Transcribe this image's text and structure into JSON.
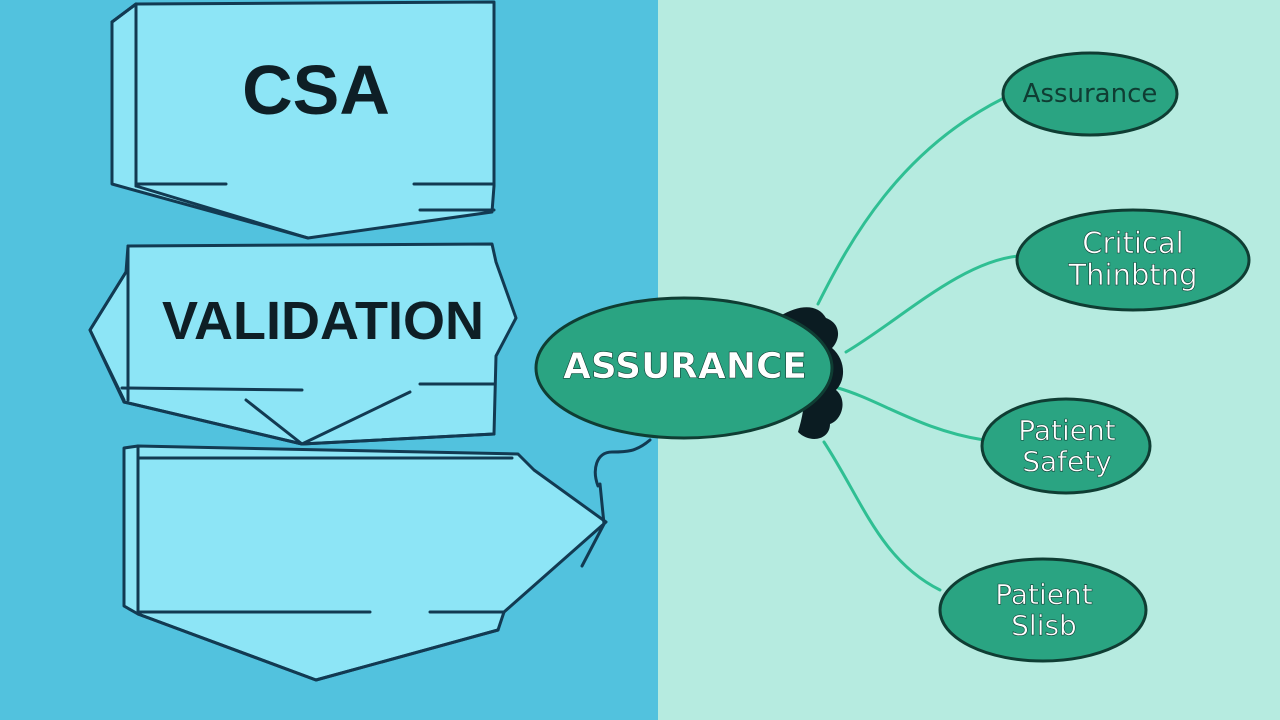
{
  "colors": {
    "left_background": "#52c2de",
    "right_background": "#b6ebe0",
    "shape_fill": "#8de5f6",
    "outline": "#123a52",
    "node_fill": "#2aa482",
    "node_outline": "#0f3d33",
    "connector": "#2fbf93"
  },
  "blocks": [
    {
      "id": "csa",
      "label": "CSA"
    },
    {
      "id": "validation",
      "label": "VALIDATION"
    },
    {
      "id": "empty",
      "label": ""
    }
  ],
  "central_node": {
    "label": "ASSURANCE"
  },
  "branch_nodes": [
    {
      "id": "assurance",
      "label": "Assurance"
    },
    {
      "id": "critical-thinking",
      "label": "Critical\nThinbtng"
    },
    {
      "id": "patient-safety",
      "label": "Patient\nSafety"
    },
    {
      "id": "patient-slisb",
      "label": "Patient\nSlisb"
    }
  ]
}
